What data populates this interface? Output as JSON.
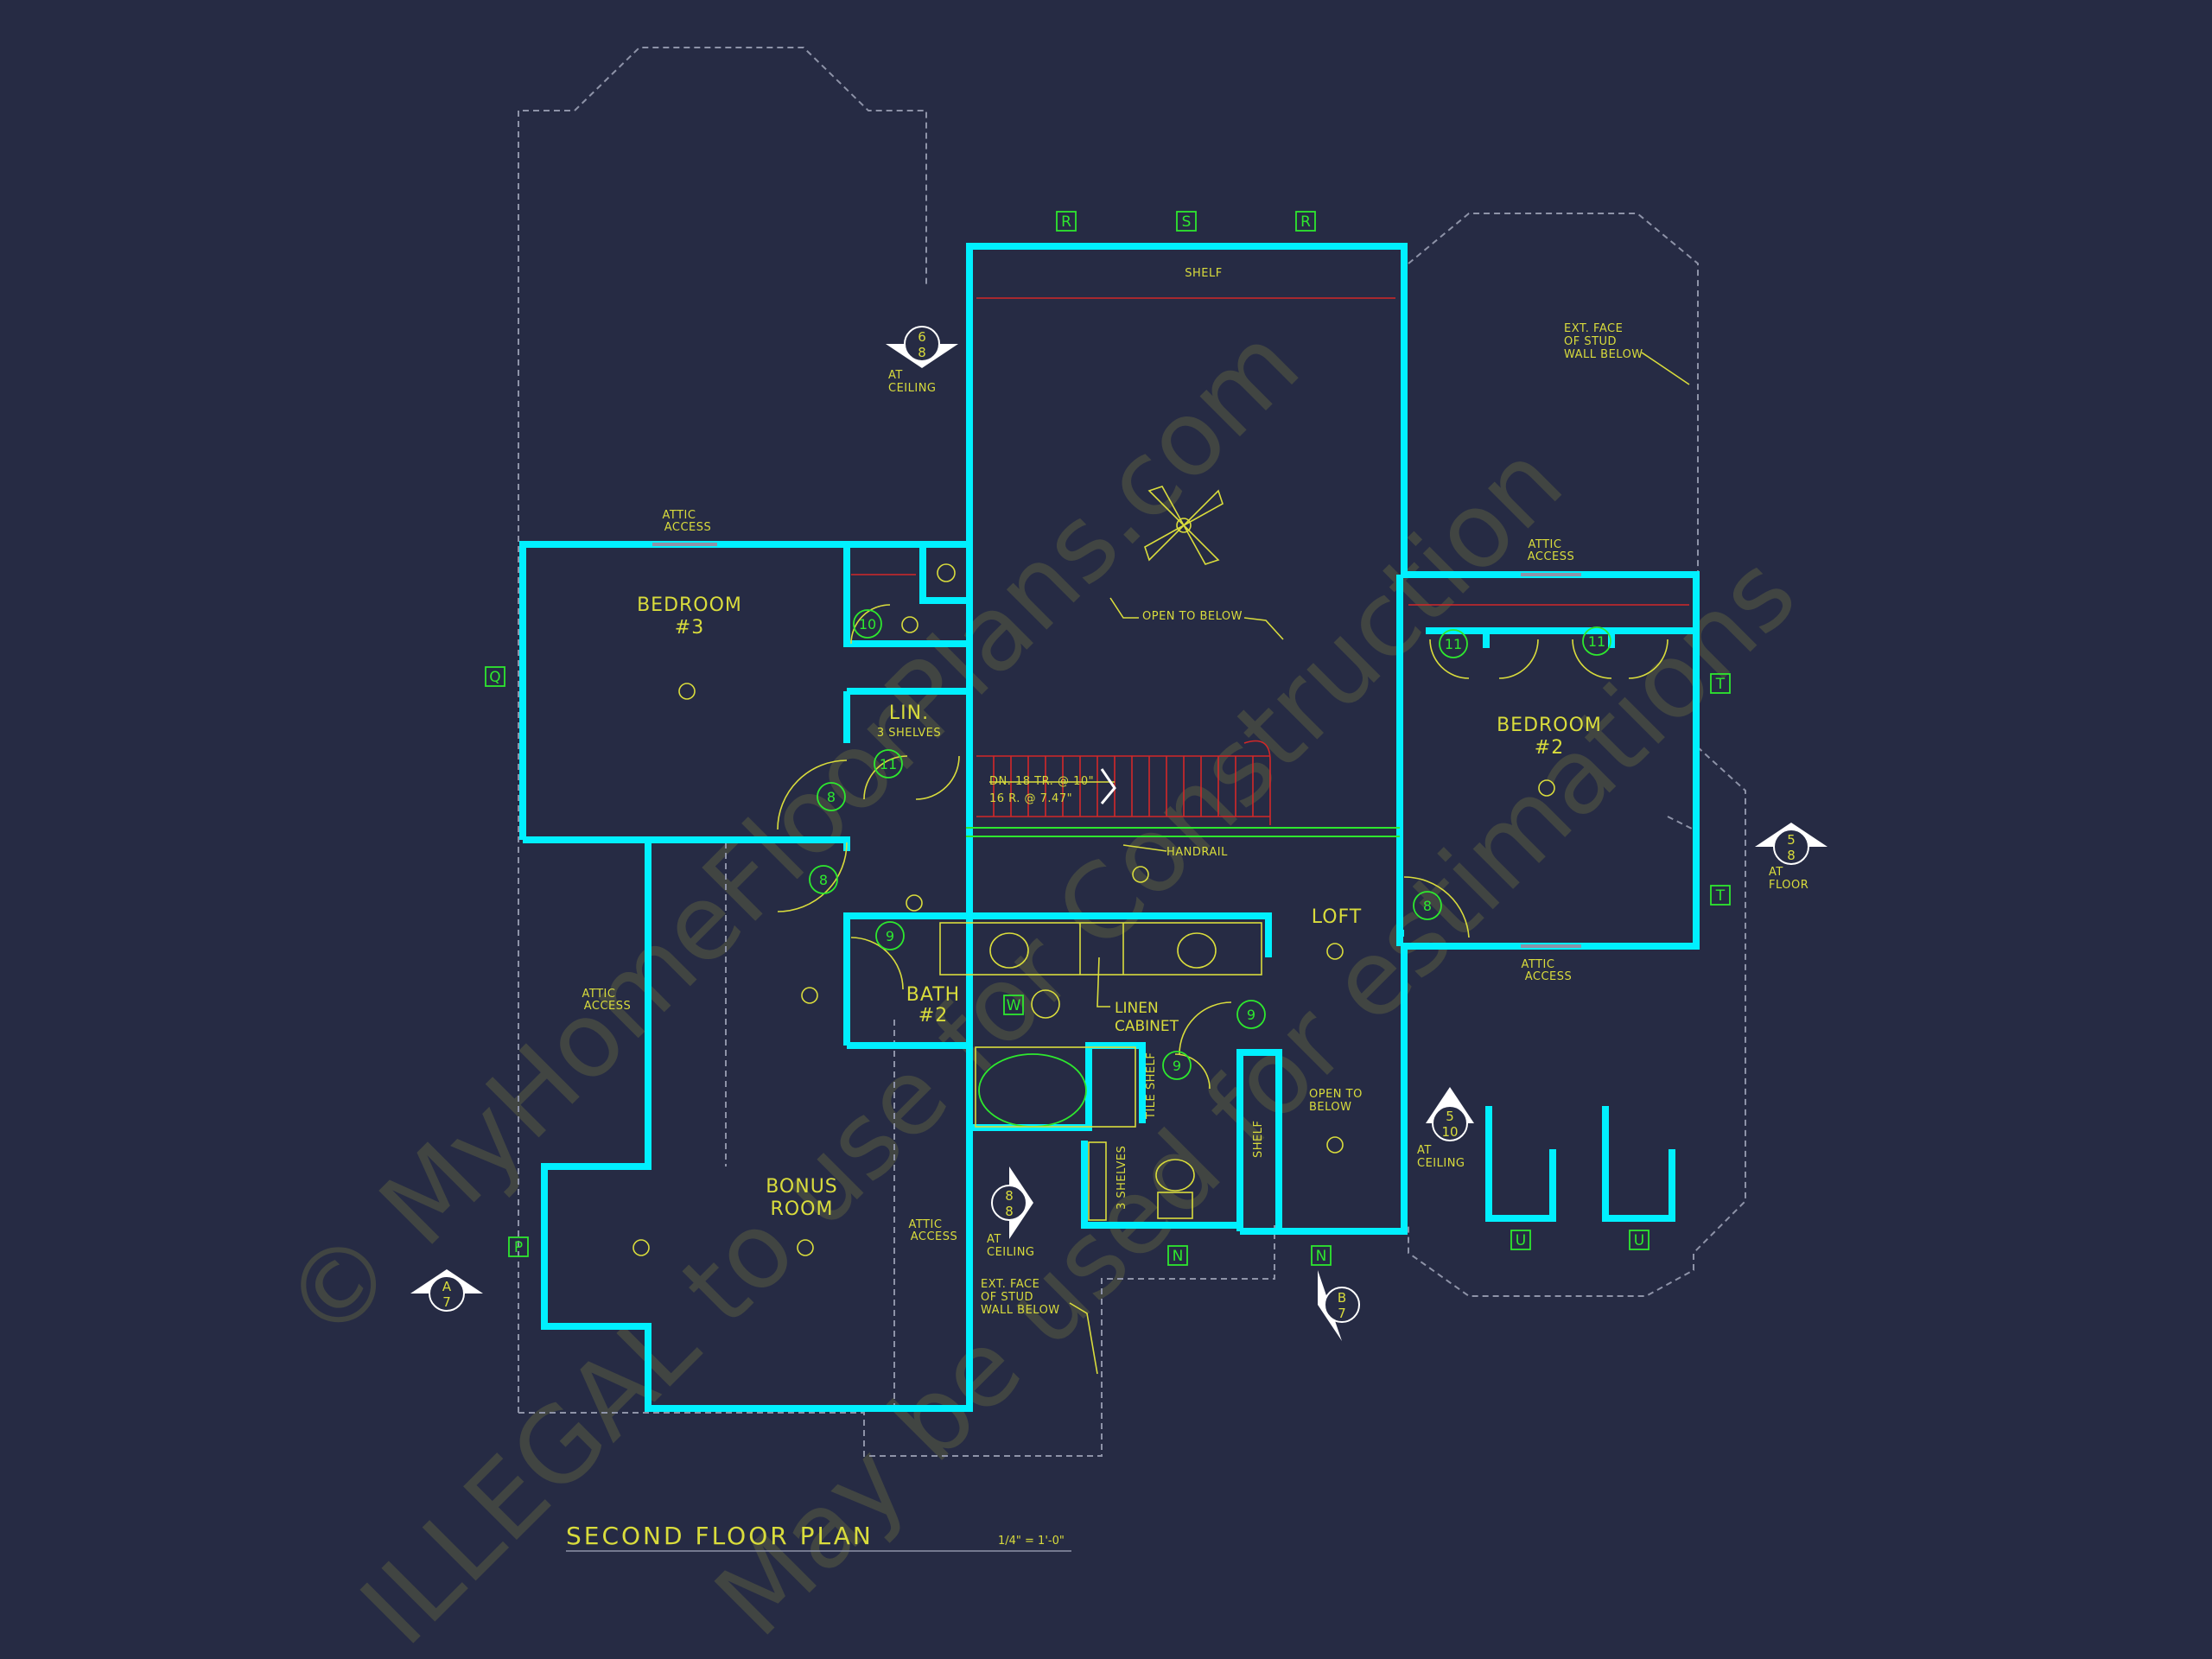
{
  "drawing": {
    "title": "SECOND FLOOR PLAN",
    "scale": "1/4\" = 1'-0\"",
    "watermark": [
      "© MyHomeFloorPlans.com",
      "ILLEGAL to use for Construction",
      "May be used for estimations"
    ]
  },
  "rooms": {
    "bedroom3": [
      "BEDROOM",
      "#3"
    ],
    "bedroom2": [
      "BEDROOM",
      "#2"
    ],
    "bonus": [
      "BONUS",
      "ROOM"
    ],
    "bath2": [
      "BATH",
      "#2"
    ],
    "loft": "LOFT",
    "lin": "LIN.",
    "lin_shelves": "3 SHELVES",
    "linen_cabinet": [
      "LINEN",
      "CABINET"
    ]
  },
  "notes": {
    "attic_access": [
      "ATTIC",
      "ACCESS"
    ],
    "open_to_below": "OPEN TO BELOW",
    "open_to_below_2": [
      "OPEN TO",
      "BELOW"
    ],
    "shelf": "SHELF",
    "ext_face": [
      "EXT. FACE",
      "OF STUD",
      "WALL BELOW"
    ],
    "stair": [
      "DN. 18 TR. @ 10\"",
      "16 R. @ 7.47\""
    ],
    "handrail": "HANDRAIL",
    "at_ceiling": [
      "AT",
      "CEILING"
    ],
    "at_floor": [
      "AT",
      "FLOOR"
    ],
    "tile_shelf": "TILE SHELF",
    "three_shelves": "3 SHELVES"
  },
  "window_tags": [
    "R",
    "S",
    "R",
    "Q",
    "T",
    "T",
    "P",
    "N",
    "N",
    "U",
    "U",
    "W"
  ],
  "door_tags": [
    "10",
    "11",
    "11",
    "11",
    "8",
    "8",
    "8",
    "9",
    "9",
    "9"
  ],
  "section_markers": [
    {
      "top": "6",
      "bottom": "8"
    },
    {
      "top": "5",
      "bottom": "8"
    },
    {
      "top": "8",
      "bottom": "8"
    },
    {
      "top": "5",
      "bottom": "10"
    },
    {
      "top": "A",
      "bottom": "7"
    },
    {
      "top": "B",
      "bottom": "7"
    }
  ],
  "colors": {
    "background": "#262b44",
    "walls": "#00f0ff",
    "text": "#d9dc3c",
    "tags": "#2ee82e",
    "dashed": "#8e93a8"
  }
}
